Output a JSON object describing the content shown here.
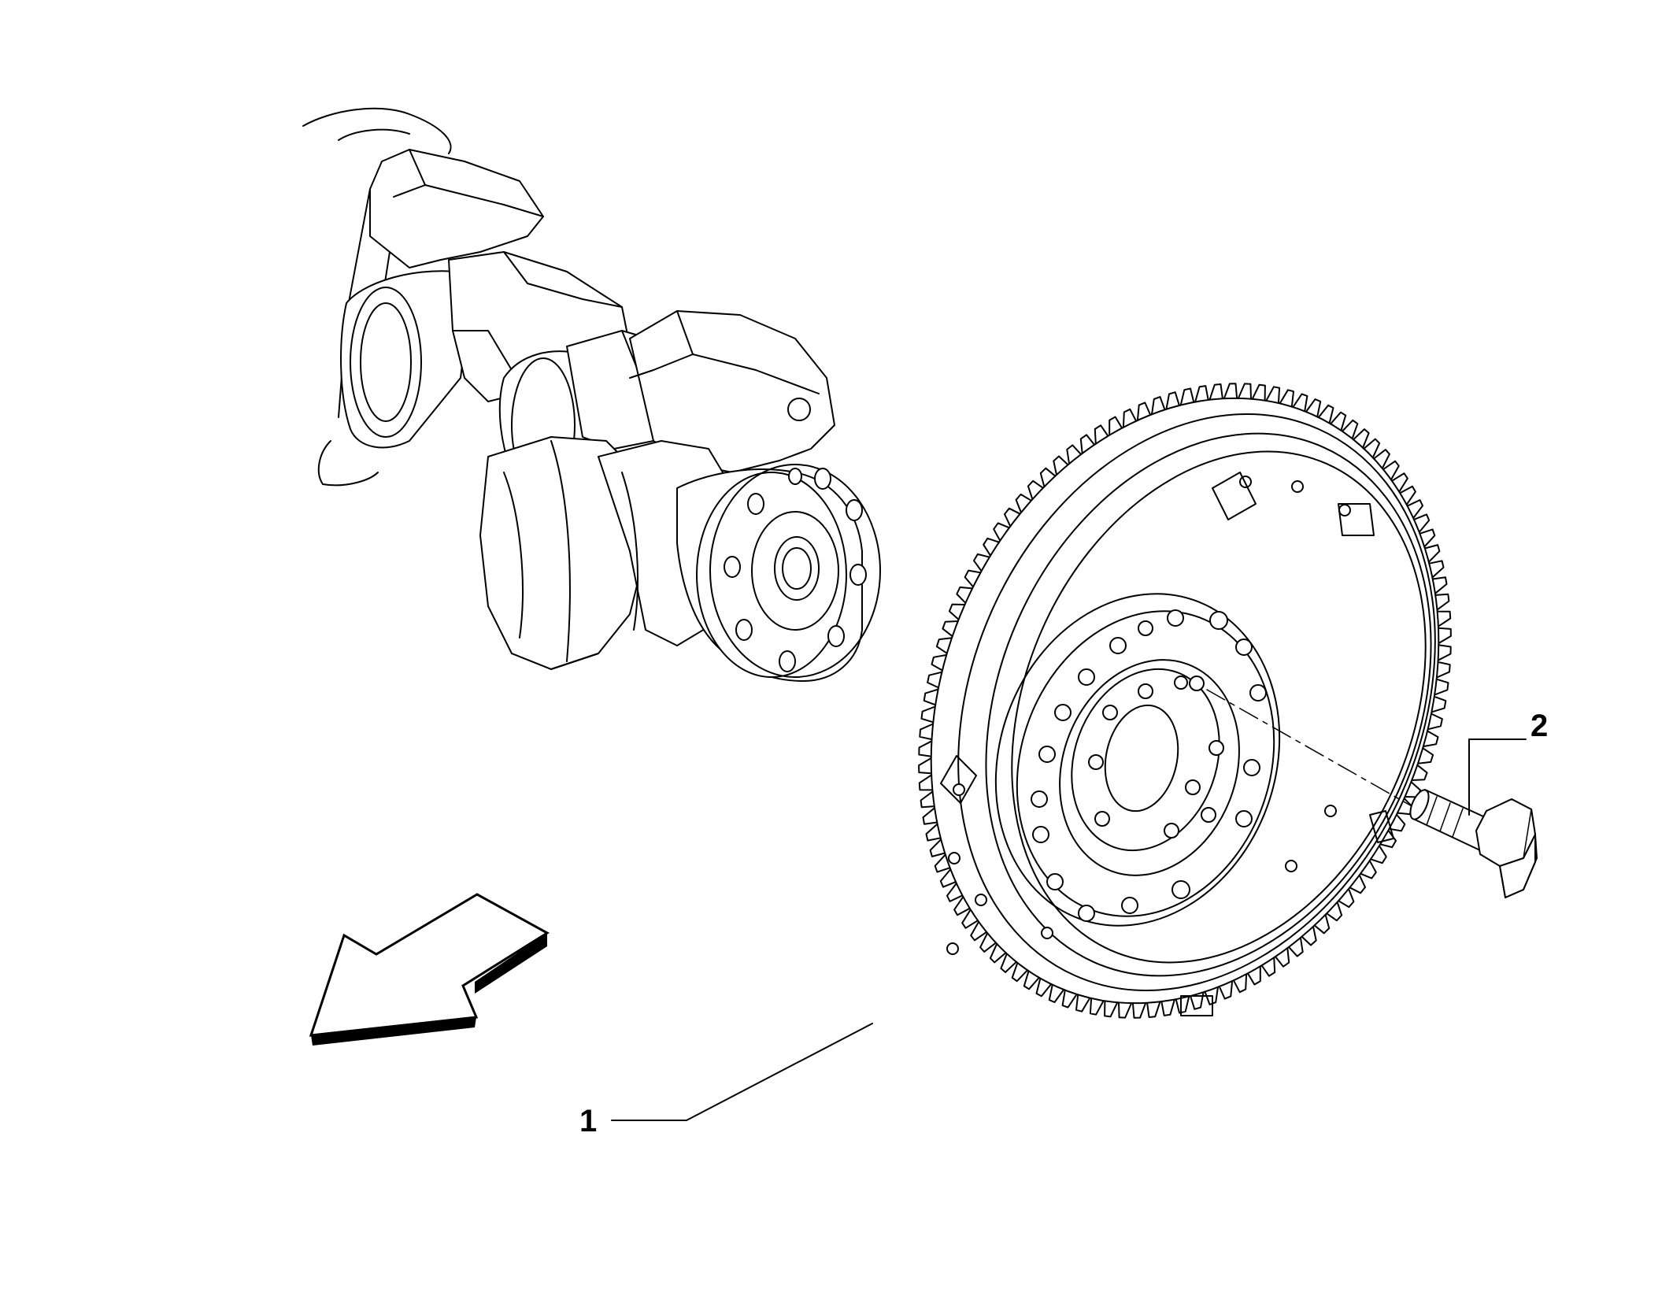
{
  "callouts": [
    {
      "number": "1",
      "part": "flywheel"
    },
    {
      "number": "2",
      "part": "flywheel-bolt"
    }
  ],
  "colors": {
    "line": "#000000",
    "background": "#ffffff"
  }
}
